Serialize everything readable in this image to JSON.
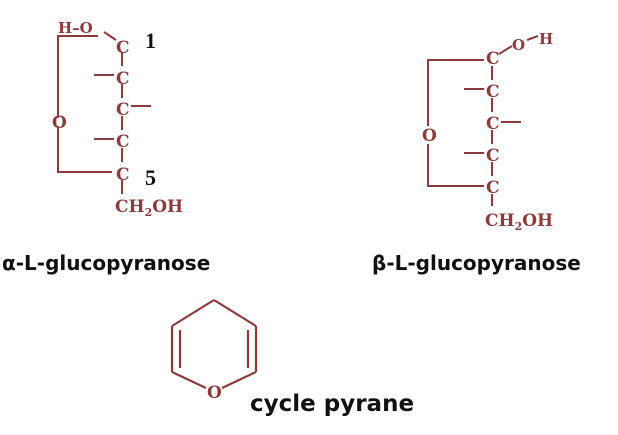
{
  "colors": {
    "structure": "#8a3b3b",
    "text": "#111111"
  },
  "alpha": {
    "ho_label": "H–O",
    "carbon": "C",
    "ring_oxygen": "O",
    "ch2oh": "CH",
    "ch2oh_sub": "2",
    "ch2oh_tail": "OH",
    "number_1": "1",
    "number_5": "5",
    "caption": "α-L-glucopyranose"
  },
  "beta": {
    "oh_o": "O",
    "oh_h": "H",
    "carbon": "C",
    "ring_oxygen": "O",
    "ch2oh": "CH",
    "ch2oh_sub": "2",
    "ch2oh_tail": "OH",
    "caption": "β-L-glucopyranose"
  },
  "pyrane": {
    "ring_oxygen": "O",
    "caption": "cycle pyrane"
  }
}
